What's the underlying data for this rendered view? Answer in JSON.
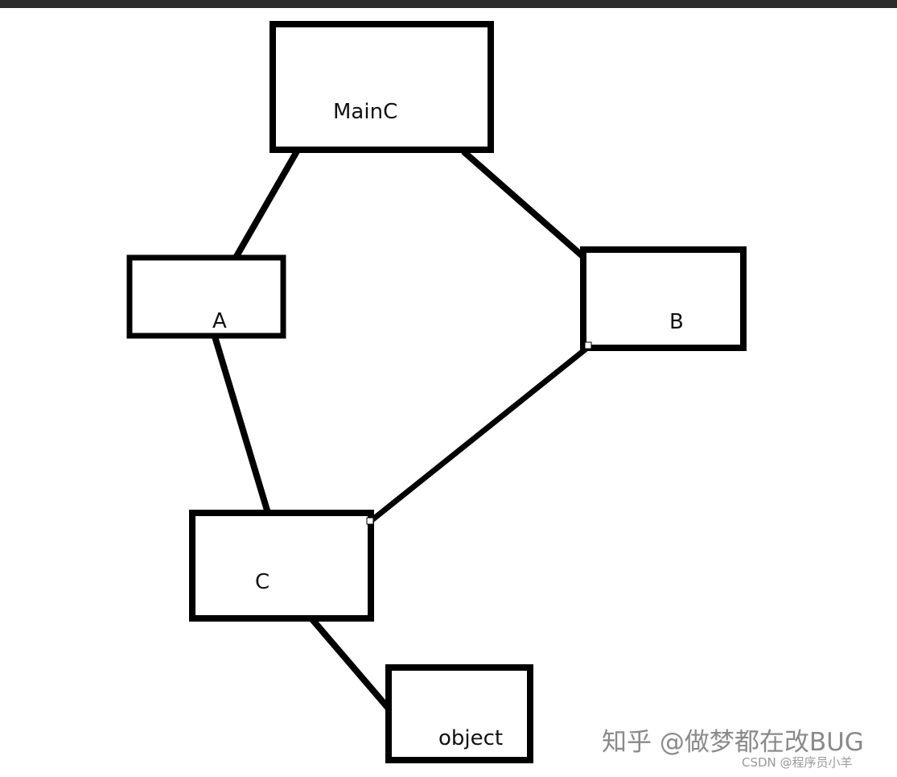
{
  "diagram": {
    "nodes": [
      {
        "id": "mainc",
        "label": "MainC"
      },
      {
        "id": "a",
        "label": "A"
      },
      {
        "id": "b",
        "label": "B"
      },
      {
        "id": "c",
        "label": "C"
      },
      {
        "id": "object",
        "label": "object"
      }
    ],
    "edges": [
      {
        "from": "mainc",
        "to": "a"
      },
      {
        "from": "mainc",
        "to": "b"
      },
      {
        "from": "a",
        "to": "c"
      },
      {
        "from": "b",
        "to": "c"
      },
      {
        "from": "c",
        "to": "object"
      }
    ]
  },
  "watermark": {
    "main": "知乎 @做梦都在改BUG",
    "sub": "CSDN @程序员小羊"
  }
}
